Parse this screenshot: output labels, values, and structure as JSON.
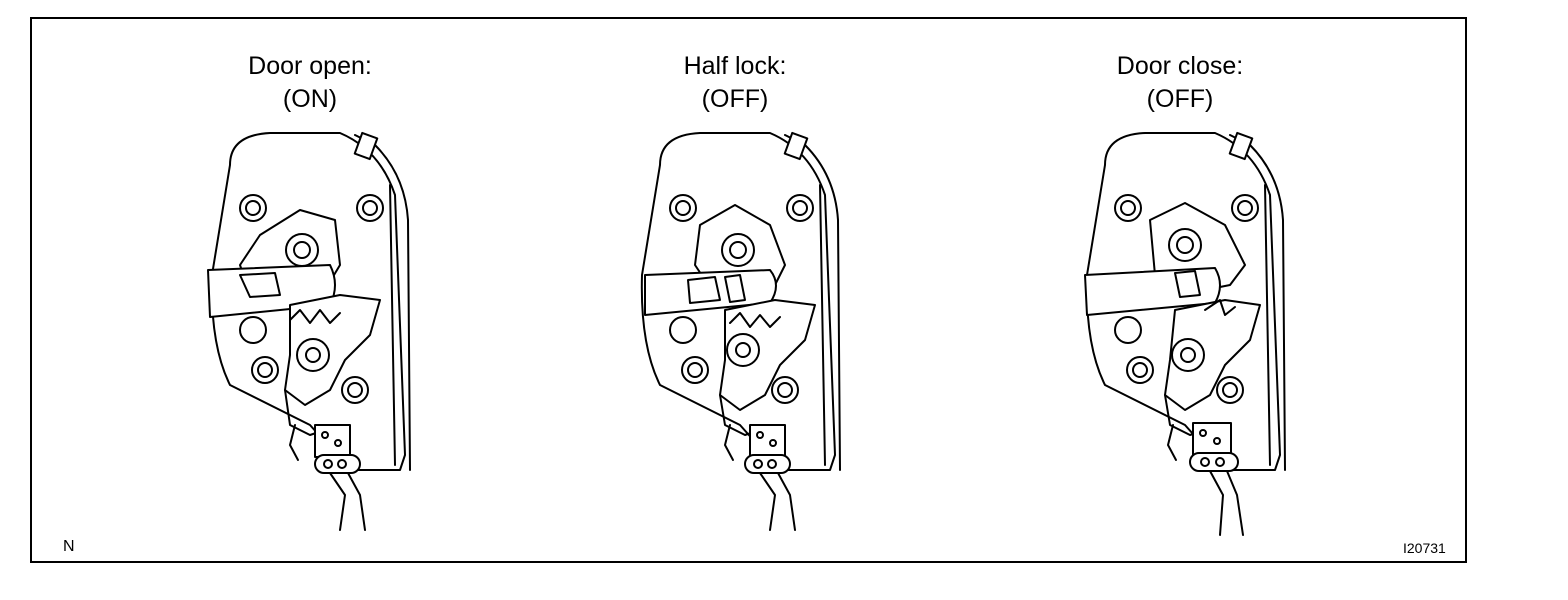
{
  "panels": [
    {
      "title": "Door open:",
      "state": "(ON)"
    },
    {
      "title": "Half lock:",
      "state": "(OFF)"
    },
    {
      "title": "Door close:",
      "state": "(OFF)"
    }
  ],
  "corner_label": "N",
  "figure_code": "I20731"
}
